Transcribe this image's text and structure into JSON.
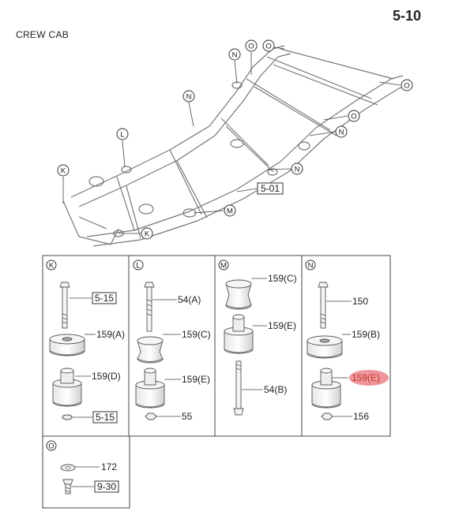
{
  "header": {
    "page_number": "5-10",
    "title": "CREW CAB"
  },
  "colors": {
    "highlight": "#e8737a"
  },
  "frame_callouts": {
    "n1": "N",
    "o1": "O",
    "o2": "O",
    "o3": "O",
    "n2": "N",
    "o4": "O",
    "n3": "N",
    "l": "L",
    "k1": "K",
    "n4": "N",
    "ref": "5-01",
    "m": "M",
    "k2": "K"
  },
  "panels": {
    "k": {
      "letter": "K",
      "ref_top": "5-15",
      "part_a": "159(A)",
      "part_d": "159(D)",
      "ref_bottom": "5-15"
    },
    "l": {
      "letter": "L",
      "bolt": "54(A)",
      "part_c": "159(C)",
      "part_e": "159(E)",
      "nut": "55"
    },
    "m": {
      "letter": "M",
      "part_c": "159(C)",
      "part_e": "159(E)",
      "bolt": "54(B)"
    },
    "n": {
      "letter": "N",
      "bolt": "150",
      "part_b": "159(B)",
      "part_e": "159(E)",
      "nut": "156"
    },
    "o": {
      "letter": "O",
      "washer": "172",
      "ref": "9-30"
    }
  }
}
